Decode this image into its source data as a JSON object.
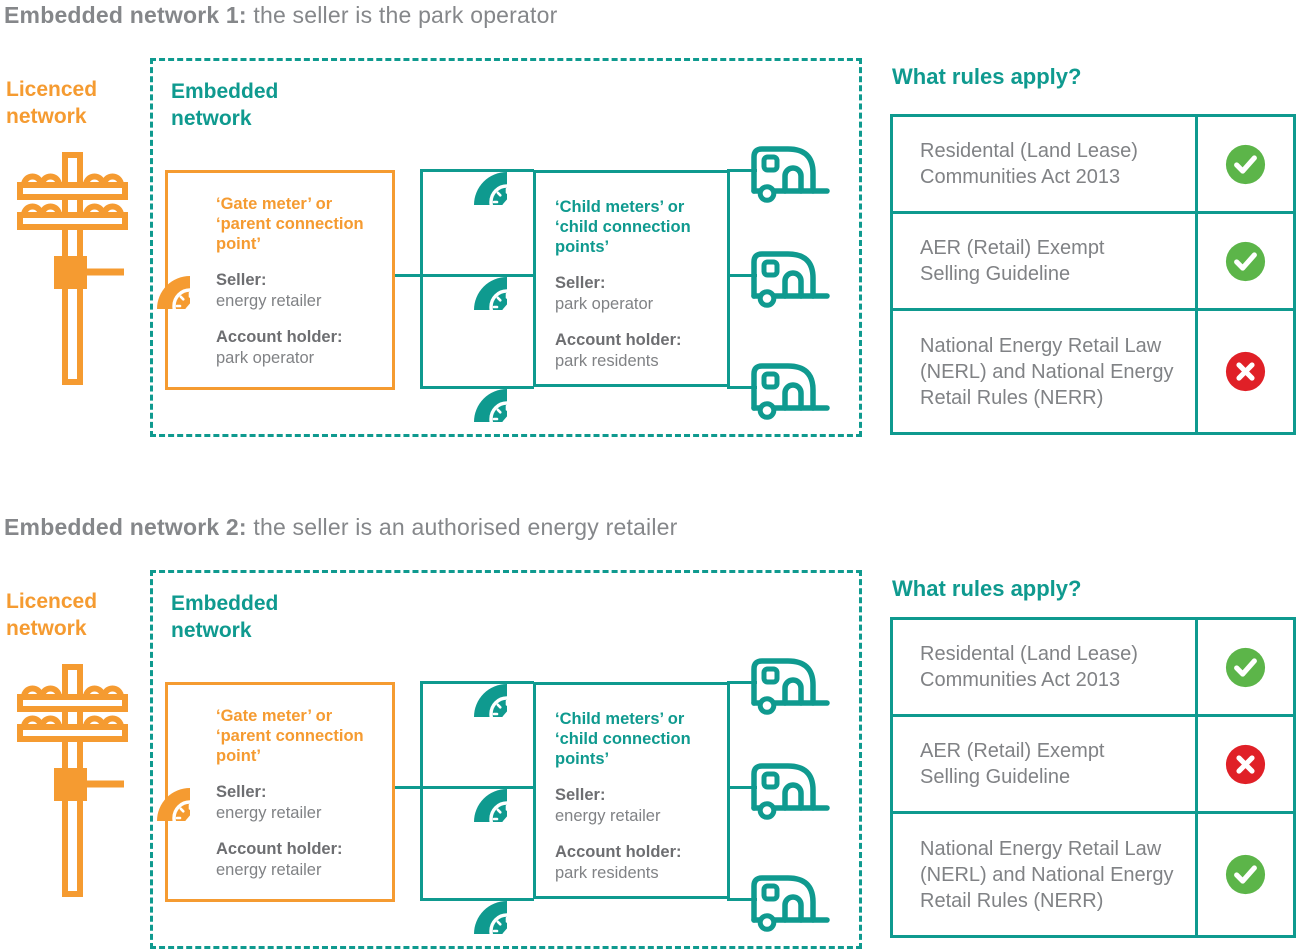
{
  "colors": {
    "teal": "#0F9A8F",
    "orange": "#F59B31",
    "body_text_gray": "#808285",
    "label_dark_gray": "#6D6E71",
    "title_gray": "#85878A",
    "check_green": "#5CB549",
    "cross_red": "#E02027"
  },
  "icon_names": {
    "pole": "power-pole-icon",
    "meter": "gauge-meter-icon",
    "caravan": "caravan-icon",
    "yes": "check-circle-icon",
    "no": "cross-circle-icon"
  },
  "diagrams": [
    {
      "title": {
        "bold": "Embedded network 1:",
        "rest": " the seller is the park operator"
      },
      "licenced_network_label": "Licenced\nnetwork",
      "embedded_network_label": "Embedded\nnetwork",
      "gate_box": {
        "title": "‘Gate meter’ or\n‘parent connection\npoint’",
        "seller_label": "Seller:",
        "seller_value": "energy retailer",
        "account_label": "Account holder:",
        "account_value": "park operator"
      },
      "child_box": {
        "title": "‘Child meters’ or\n‘child connection\npoints’",
        "seller_label": "Seller:",
        "seller_value": "park operator",
        "account_label": "Account holder:",
        "account_value": "park residents"
      },
      "rules": {
        "heading": "What rules apply?",
        "rows": [
          {
            "text": "Residental (Land Lease)\nCommunities Act 2013",
            "status": "yes"
          },
          {
            "text": "AER (Retail) Exempt\nSelling Guideline",
            "status": "yes"
          },
          {
            "text": "National Energy Retail Law\n(NERL) and National Energy\nRetail Rules (NERR)",
            "status": "no"
          }
        ]
      }
    },
    {
      "title": {
        "bold": "Embedded network 2:",
        "rest": " the seller is an authorised energy retailer"
      },
      "licenced_network_label": "Licenced\nnetwork",
      "embedded_network_label": "Embedded\nnetwork",
      "gate_box": {
        "title": "‘Gate meter’ or\n‘parent connection\npoint’",
        "seller_label": "Seller:",
        "seller_value": "energy retailer",
        "account_label": "Account holder:",
        "account_value": "energy retailer"
      },
      "child_box": {
        "title": "‘Child meters’ or\n‘child connection\npoints’",
        "seller_label": "Seller:",
        "seller_value": "energy retailer",
        "account_label": "Account holder:",
        "account_value": "park residents"
      },
      "rules": {
        "heading": "What rules apply?",
        "rows": [
          {
            "text": "Residental (Land Lease)\nCommunities Act 2013",
            "status": "yes"
          },
          {
            "text": "AER (Retail) Exempt\nSelling Guideline",
            "status": "no"
          },
          {
            "text": "National Energy Retail Law\n(NERL) and National Energy\nRetail Rules (NERR)",
            "status": "yes"
          }
        ]
      }
    }
  ]
}
